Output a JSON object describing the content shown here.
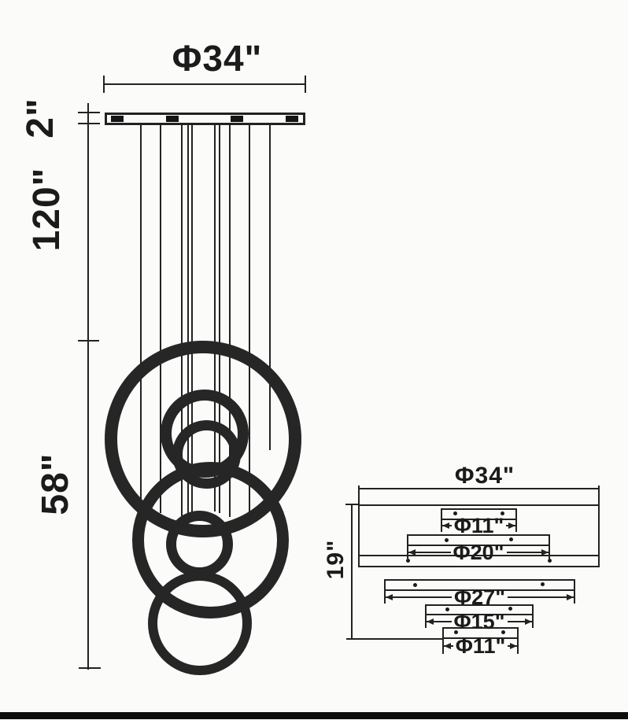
{
  "drawing": {
    "front_view": {
      "diameter_label": "Φ34\"",
      "canopy_height_label": "2\"",
      "wire_drop_label": "120\"",
      "fixture_height_label": "58\""
    },
    "side_view": {
      "diameter_label": "Φ34\"",
      "height_label": "19\"",
      "bars": [
        {
          "label": "Φ11\""
        },
        {
          "label": "Φ20\""
        },
        {
          "label": "Φ27\""
        },
        {
          "label": "Φ15\""
        },
        {
          "label": "Φ11\""
        }
      ]
    },
    "colors": {
      "line": "#222222",
      "background": "#fbfbfa"
    }
  }
}
